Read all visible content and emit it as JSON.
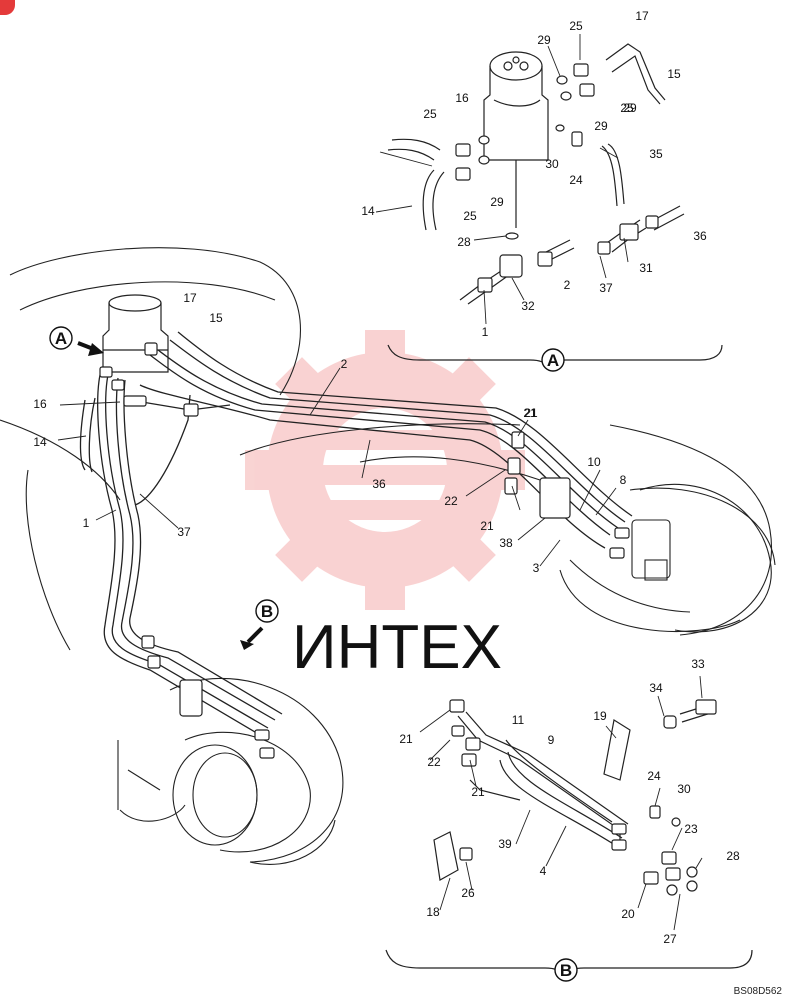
{
  "drawing_code": "BS08D562",
  "watermark": {
    "text": "ИНТЕХ",
    "color": "#e53935"
  },
  "views": {
    "a": "A",
    "b": "B"
  },
  "callouts": {
    "top": [
      "17",
      "25",
      "29",
      "15",
      "29",
      "25",
      "25",
      "29",
      "16",
      "30",
      "35",
      "24",
      "25",
      "29",
      "14",
      "36",
      "28",
      "31",
      "2",
      "37",
      "32",
      "1"
    ],
    "main": [
      "17",
      "15",
      "16",
      "14",
      "1",
      "37",
      "2",
      "21",
      "21",
      "36",
      "22",
      "10",
      "8",
      "21",
      "38",
      "3"
    ],
    "bottom": [
      "33",
      "34",
      "19",
      "21",
      "11",
      "9",
      "22",
      "21",
      "24",
      "30",
      "23",
      "28",
      "39",
      "4",
      "26",
      "20",
      "18",
      "27"
    ]
  }
}
